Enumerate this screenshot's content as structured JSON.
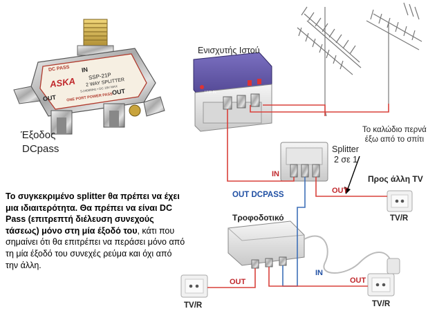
{
  "splitter_photo": {
    "brand": "ASKA",
    "model": "SSP-21P",
    "type_line": "2 WAY SPLITTER",
    "range_line": "5-2400MHz • DC 18V MAX",
    "power_line": "ONE PORT POWER PASS",
    "dc_pass_tag": "DC PASS",
    "in_tag": "IN",
    "out_left": "OUT",
    "out_right": "OUT"
  },
  "caption_dcpass": [
    "Έξοδος",
    "DCpass"
  ],
  "description": {
    "bold_part": "Το συγκεκριμένο splitter θα πρέπει να έχει μια ιδιαιτερότητα. Θα πρέπει να είναι DC Pass (επιτρεπτή διέλευση συνεχούς τάσεως) μόνο στη μία έξοδό του",
    "normal_part": ", κάτι που σημαίνει ότι θα επιτρέπει να περάσει μόνο από τη μία έξοδό του συνεχές ρεύμα και όχι από την άλλη."
  },
  "diagram": {
    "amplifier_label": "Ενισχυτής Ιστού",
    "splitter_label": "Splitter",
    "splitter_ratio": "2 σε 1",
    "cable_note": [
      "Το καλώδιο περνά",
      "έξω από το σπίτι"
    ],
    "to_other_tv": "Προς άλλη TV",
    "power_supply": "Τροφοδοτικό",
    "out_dcpass": "OUT DCPASS",
    "in_splitter": "IN",
    "in_psu": "IN",
    "out_psu_left": "OUT",
    "out_psu_right": "OUT",
    "out_splitter_right": "OUT",
    "tvr_top": "TV/R",
    "tvr_bottom_left": "TV/R",
    "tvr_bottom_right": "TV/R"
  },
  "colors": {
    "red_cable": "#d9403a",
    "blue_cable": "#3d6fb8",
    "amp_body": "#5a4f9c"
  }
}
